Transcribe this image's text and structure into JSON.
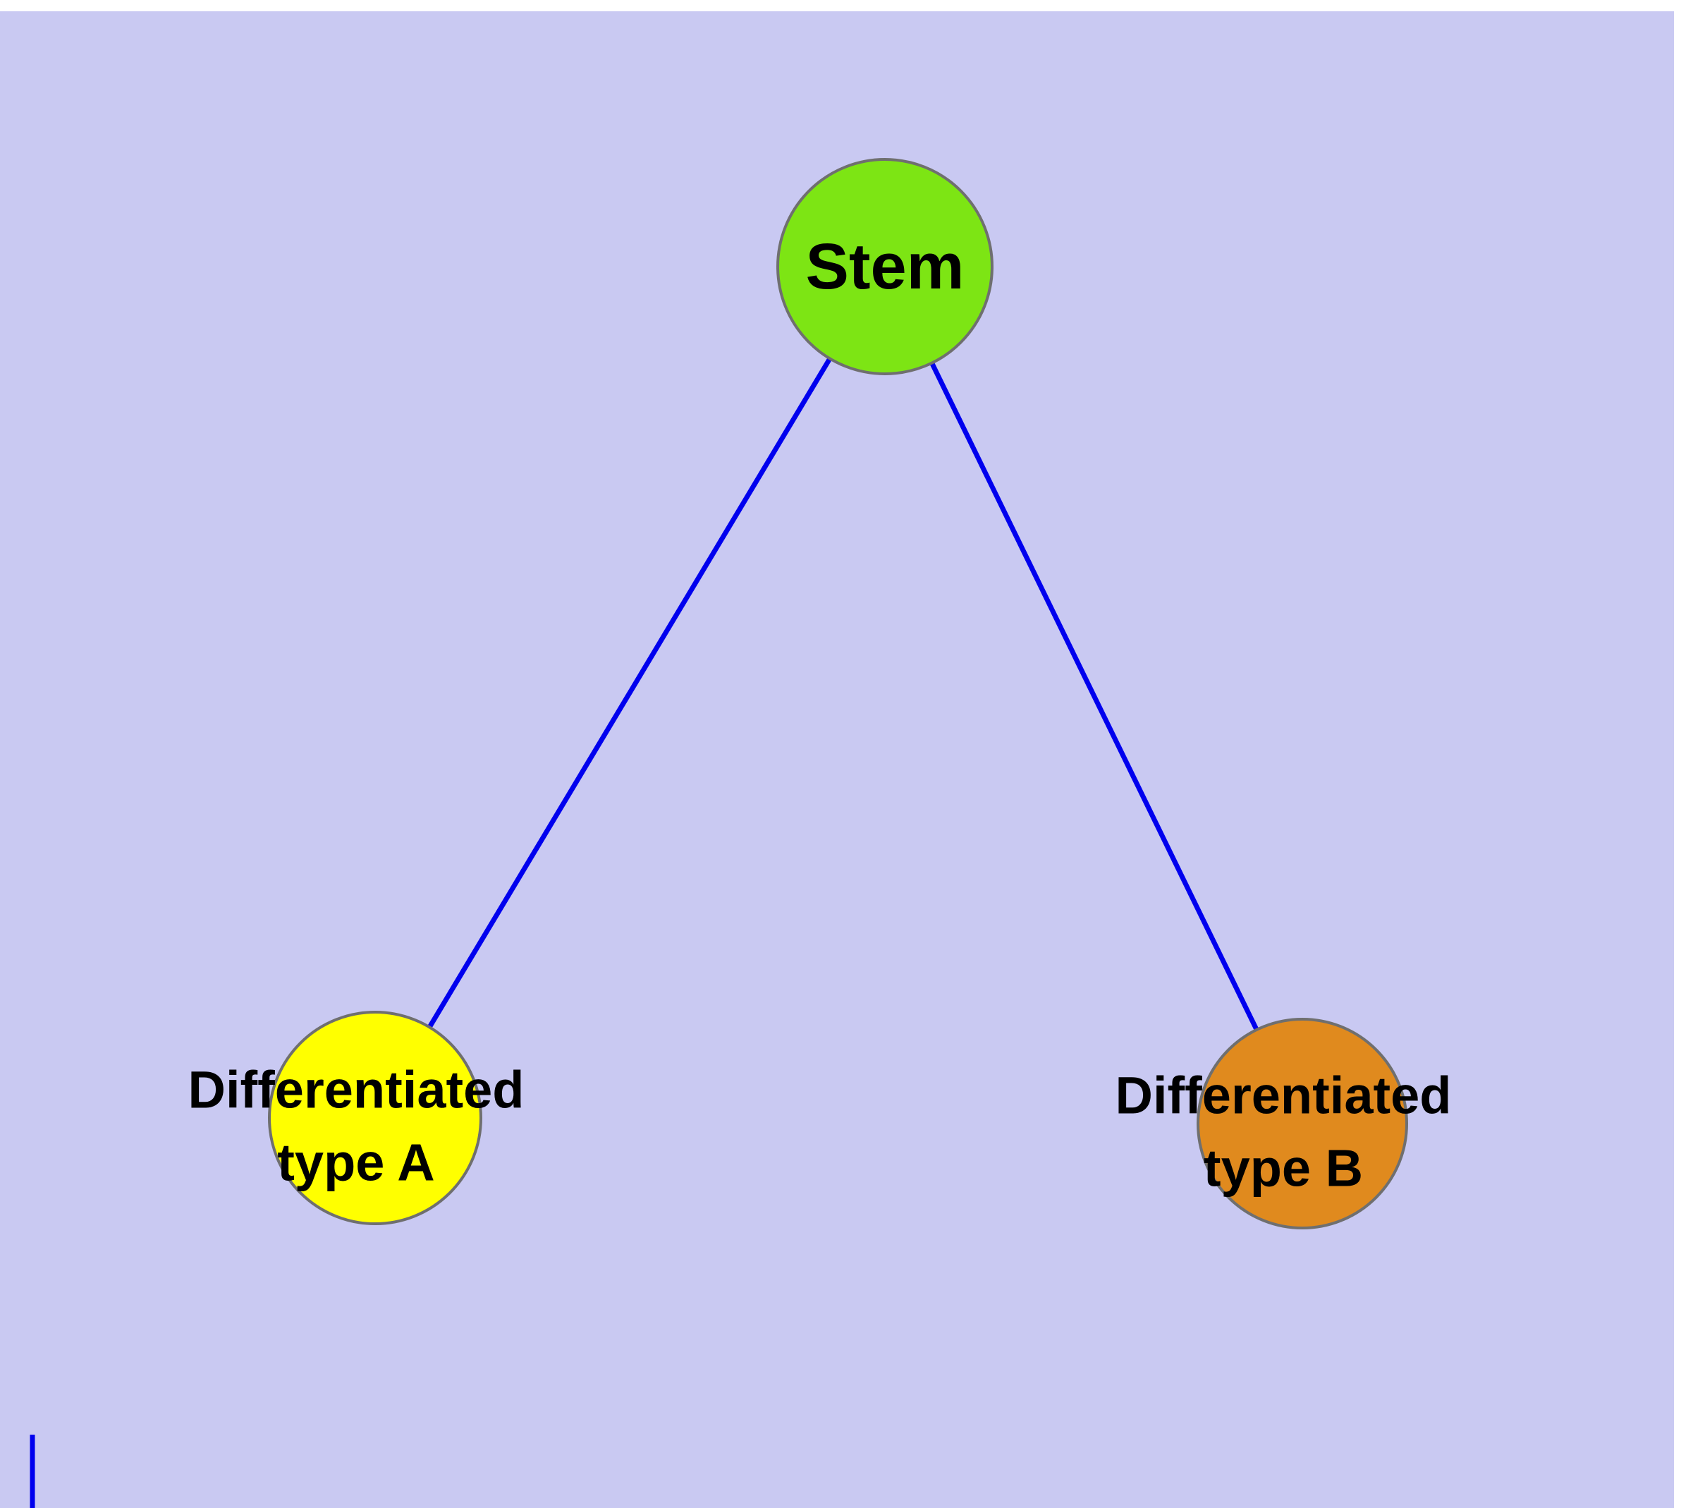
{
  "diagram": {
    "type": "graph",
    "background_color": "#c9c9f2",
    "edge_color": "#0000ee",
    "node_stroke_color": "#6f6f6f",
    "label_color": "#000000",
    "nodes": [
      {
        "id": "stem",
        "label": "Stem",
        "lines": [
          "Stem"
        ],
        "fill": "#7de514"
      },
      {
        "id": "differentiated-type-a",
        "label": "Differentiated type A",
        "lines": [
          "Differentiated",
          "type A"
        ],
        "fill": "#ffff00"
      },
      {
        "id": "differentiated-type-b",
        "label": "Differentiated type B",
        "lines": [
          "Differentiated",
          "type B"
        ],
        "fill": "#e08a1e"
      }
    ],
    "edges": [
      {
        "from": "stem",
        "to": "differentiated-type-a"
      },
      {
        "from": "stem",
        "to": "differentiated-type-b"
      }
    ]
  }
}
